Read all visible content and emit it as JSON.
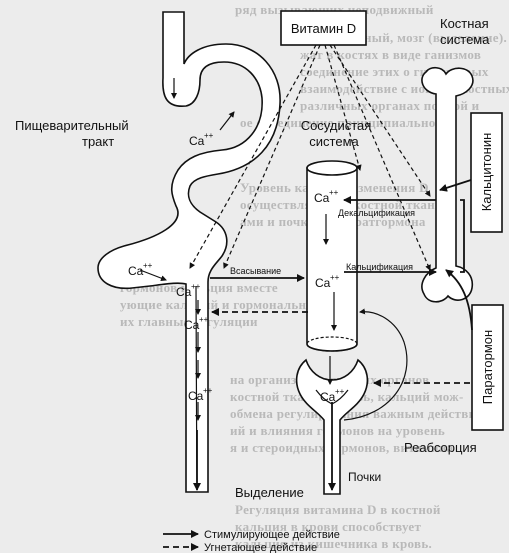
{
  "labels": {
    "vitamin_d": "Витамин D",
    "bone_system_line1": "Костная",
    "bone_system_line2": "система",
    "digestive_line1": "Пищеварительный",
    "digestive_line2": "тракт",
    "vascular_line1": "Сосудистая",
    "vascular_line2": "система",
    "calcitonin": "Кальцитонин",
    "parathormone": "Паратормон",
    "absorption": "Всасывание",
    "decalcification": "Декальцификация",
    "calcification": "Кальцификация",
    "reabsorption": "Реабсорция",
    "kidneys": "Почки",
    "excretion": "Выделение",
    "ion_base": "Ca",
    "ion_charge": "++"
  },
  "legend": {
    "stimulating": "Стимулирующее действие",
    "inhibiting": "Угнетающее действие"
  },
  "background_text": [
    "ряд вызывающих неподвижный",
    "ий (кишечный, мозг (выделение).",
    "жат в костях в виде ганизмов",
    "соединение этих о гиалиновых",
    "взаимодействие с ионами костных",
    "различных органах полной и",
    "ое объединение принципиально",
    "Уровень кальция изменения D",
    "осуществляется и костной ткани",
    "ами и почками (паратгормона",
    "гормонов кальция вместе",
    "ующие кальций и гормональные",
    "их главные регуляции",
    "на организм различных органов",
    "костной ткани в кровь, кальций мож-",
    "обмена регулирования важным действия",
    "ий и влияния гормонов на уровень",
    "я и стероидных гормонов, витамина",
    "Регуляция витамина D в костной",
    "кальция в крови способствует",
    "кальция из кишечника в кровь."
  ]
}
